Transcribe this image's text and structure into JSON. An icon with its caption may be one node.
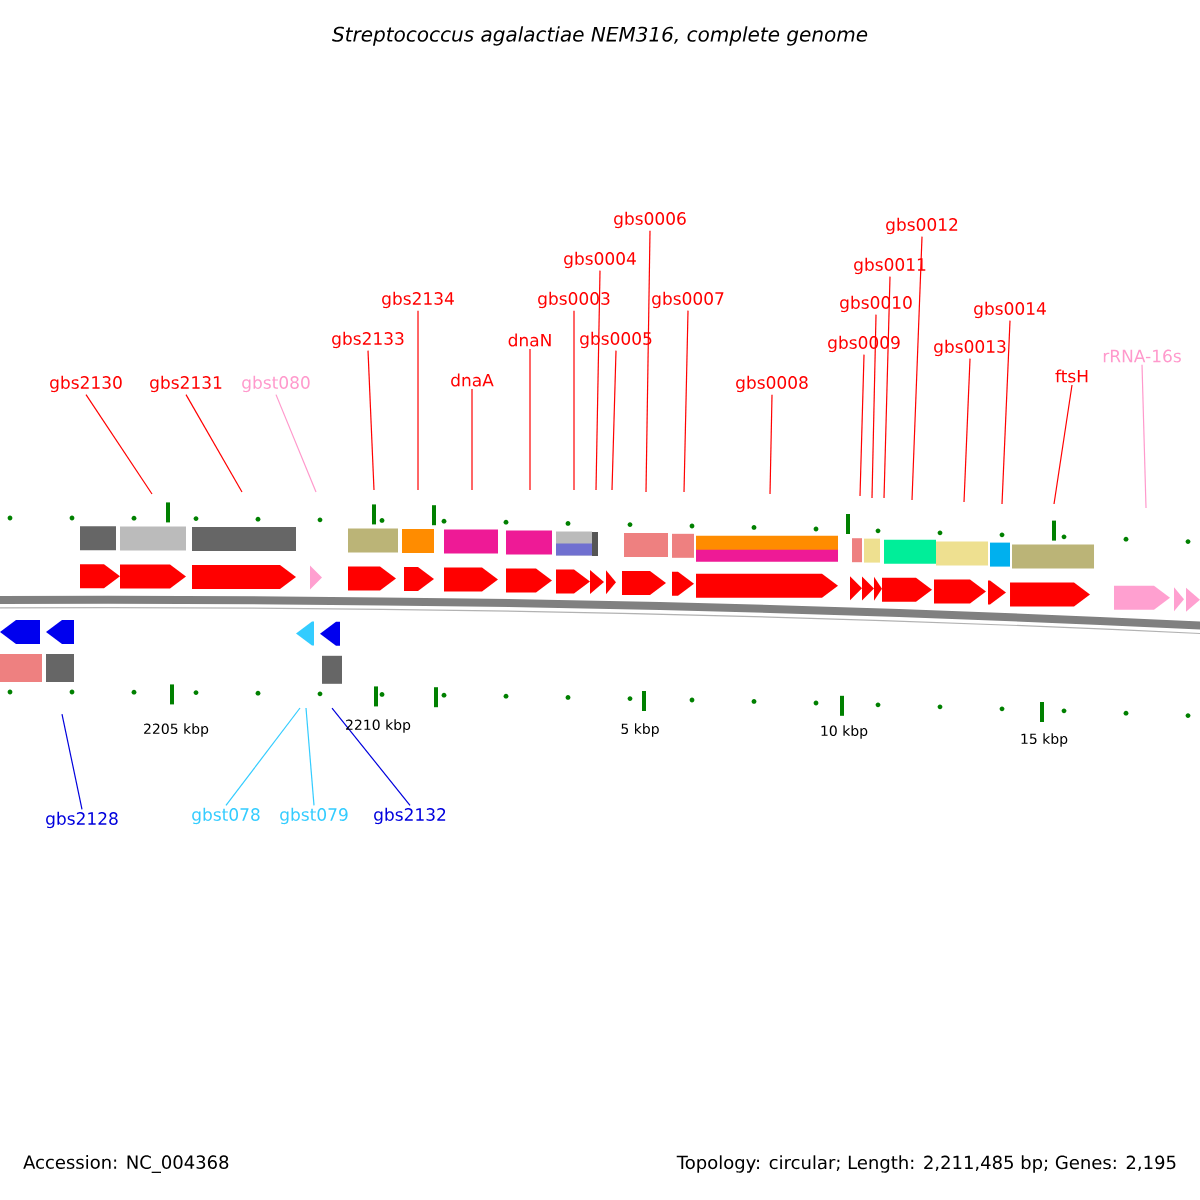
{
  "diagram": {
    "title": "Streptococcus agalactiae NEM316, complete genome",
    "nodes": [
      {
        "text": [
          "gbs2130"
        ]
      },
      {
        "text": [
          "gbs2131"
        ]
      },
      {
        "text": [
          "gbst080"
        ]
      },
      {
        "text": [
          "gbs2133"
        ]
      },
      {
        "text": [
          "gbs2134"
        ]
      },
      {
        "text": [
          "dnaA"
        ]
      },
      {
        "text": [
          "dnaN"
        ]
      },
      {
        "text": [
          "gbs0003"
        ]
      },
      {
        "text": [
          "gbs0004"
        ]
      },
      {
        "text": [
          "gbs0005"
        ]
      },
      {
        "text": [
          "gbs0006"
        ]
      },
      {
        "text": [
          "gbs0007"
        ]
      },
      {
        "text": [
          "gbs0008"
        ]
      },
      {
        "text": [
          "gbs0009"
        ]
      },
      {
        "text": [
          "gbs0010"
        ]
      },
      {
        "text": [
          "gbs0011"
        ]
      },
      {
        "text": [
          "gbs0012"
        ]
      },
      {
        "text": [
          "gbs0013"
        ]
      },
      {
        "text": [
          "gbs0014"
        ]
      },
      {
        "text": [
          "ftsH"
        ]
      },
      {
        "text": [
          "rRNA-16s"
        ]
      },
      {
        "text": [
          "gbs2128"
        ]
      },
      {
        "text": [
          "gbst078"
        ]
      },
      {
        "text": [
          "gbst079"
        ]
      },
      {
        "text": [
          "gbs2132"
        ]
      }
    ],
    "edges": [
      {
        "from": 0,
        "to": null,
        "arrow": "none"
      },
      {
        "from": 1,
        "to": null,
        "arrow": "none"
      },
      {
        "from": 2,
        "to": null,
        "arrow": "none",
        "color": "#ff99cc"
      },
      {
        "from": 3,
        "to": null,
        "arrow": "none"
      },
      {
        "from": 4,
        "to": null,
        "arrow": "none"
      },
      {
        "from": 5,
        "to": null,
        "arrow": "none"
      },
      {
        "from": 6,
        "to": null,
        "arrow": "none"
      },
      {
        "from": 7,
        "to": null,
        "arrow": "none"
      },
      {
        "from": 8,
        "to": null,
        "arrow": "none"
      },
      {
        "from": 9,
        "to": null,
        "arrow": "none"
      },
      {
        "from": 10,
        "to": null,
        "arrow": "none"
      },
      {
        "from": 11,
        "to": null,
        "arrow": "none"
      },
      {
        "from": 12,
        "to": null,
        "arrow": "none"
      },
      {
        "from": 13,
        "to": null,
        "arrow": "none"
      },
      {
        "from": 14,
        "to": null,
        "arrow": "none"
      },
      {
        "from": 15,
        "to": null,
        "arrow": "none"
      },
      {
        "from": 16,
        "to": null,
        "arrow": "none"
      },
      {
        "from": 17,
        "to": null,
        "arrow": "none"
      },
      {
        "from": 18,
        "to": null,
        "arrow": "none"
      },
      {
        "from": 19,
        "to": null,
        "arrow": "none"
      },
      {
        "from": 20,
        "to": null,
        "arrow": "none",
        "color": "#ff99cc"
      },
      {
        "from": 21,
        "to": null,
        "arrow": "none",
        "color": "#0000dd"
      },
      {
        "from": 22,
        "to": null,
        "arrow": "none",
        "color": "#33ccff"
      },
      {
        "from": 23,
        "to": null,
        "arrow": "none",
        "color": "#33ccff"
      },
      {
        "from": 24,
        "to": null,
        "arrow": "none",
        "color": "#0000dd"
      }
    ],
    "labels": [
      "2205 kbp",
      "2210 kbp",
      "5 kbp",
      "10 kbp",
      "15 kbp",
      "Accession: NC_004368",
      "Topology: circular; Length: 2,211,485 bp; Genes: 2,195"
    ]
  }
}
